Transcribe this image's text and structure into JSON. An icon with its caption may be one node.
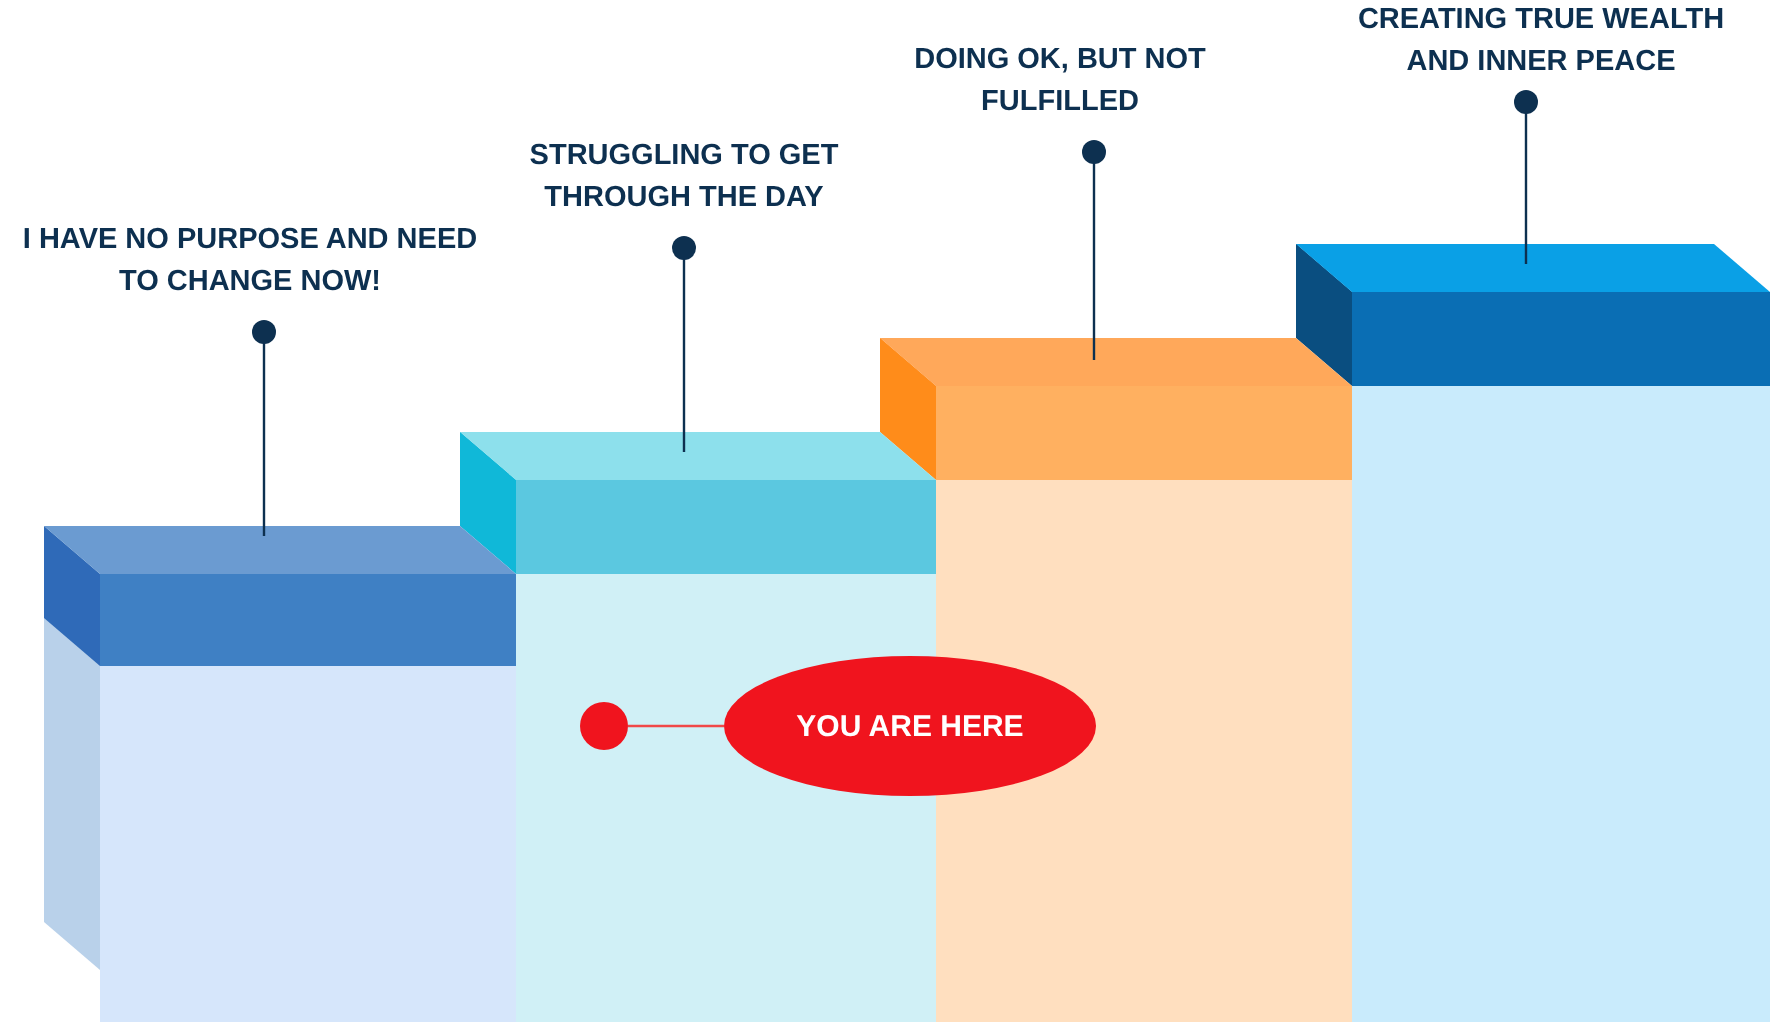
{
  "diagram": {
    "nodes": [
      {
        "text": [
          "I HAVE NO PURPOSE AND NEED TO CHANGE NOW!"
        ]
      },
      {
        "text": [
          "STRUGGLING TO GET THROUGH THE DAY"
        ]
      },
      {
        "text": [
          "DOING OK, BUT NOT FULFILLED"
        ]
      },
      {
        "text": [
          "CREATING TRUE WEALTH AND INNER PEACE"
        ]
      },
      {
        "text": [],
        "shape": "box"
      },
      {
        "text": [],
        "shape": "box"
      },
      {
        "text": [],
        "shape": "box"
      },
      {
        "text": [],
        "shape": "box"
      },
      {
        "text": [],
        "shape": "circle",
        "in": 5
      },
      {
        "text": [
          "YOU ARE HERE"
        ]
      }
    ],
    "edges": [
      {
        "from": 0,
        "to": 4,
        "arrow": "other"
      },
      {
        "from": 1,
        "to": 5,
        "arrow": "other"
      },
      {
        "from": 2,
        "to": 6,
        "arrow": "other"
      },
      {
        "from": 3,
        "to": 7,
        "arrow": "other"
      },
      {
        "from": 9,
        "to": 8,
        "arrow": "none",
        "color": "#f04848"
      }
    ]
  }
}
